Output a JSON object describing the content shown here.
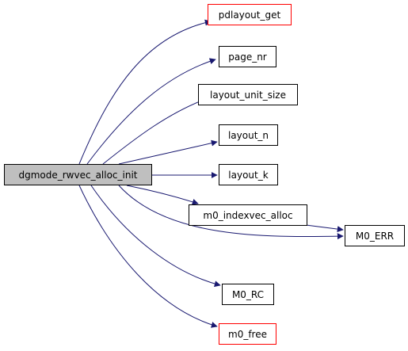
{
  "graph": {
    "root": {
      "label": "dgmode_rwvec_alloc_init"
    },
    "nodes": {
      "pdlayout_get": {
        "label": "pdlayout_get",
        "border_color": "#ff0000"
      },
      "page_nr": {
        "label": "page_nr",
        "border_color": "#000000"
      },
      "layout_unit_size": {
        "label": "layout_unit_size",
        "border_color": "#000000"
      },
      "layout_n": {
        "label": "layout_n",
        "border_color": "#000000"
      },
      "layout_k": {
        "label": "layout_k",
        "border_color": "#000000"
      },
      "m0_indexvec_alloc": {
        "label": "m0_indexvec_alloc",
        "border_color": "#000000"
      },
      "M0_ERR": {
        "label": "M0_ERR",
        "border_color": "#000000"
      },
      "M0_RC": {
        "label": "M0_RC",
        "border_color": "#000000"
      },
      "m0_free": {
        "label": "m0_free",
        "border_color": "#ff0000"
      }
    },
    "edge_color": "#191970",
    "root_fill": "#bfbfbf"
  }
}
